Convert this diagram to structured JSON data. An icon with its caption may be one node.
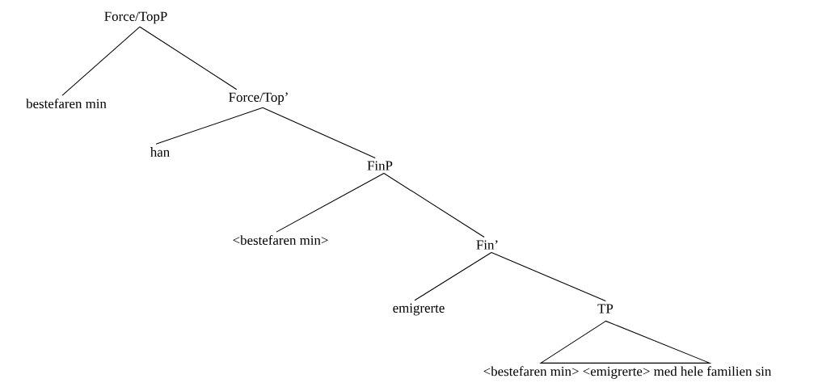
{
  "diagram": {
    "nodes": [
      {
        "text": [
          "Force/TopP"
        ]
      },
      {
        "text": [
          "bestefaren min"
        ]
      },
      {
        "text": [
          "Force/Top’"
        ]
      },
      {
        "text": [
          "han"
        ]
      },
      {
        "text": [
          "FinP"
        ]
      },
      {
        "text": [
          "<bestefaren min>"
        ]
      },
      {
        "text": [
          "Fin’"
        ]
      },
      {
        "text": [
          "emigrerte"
        ]
      },
      {
        "text": [
          "TP"
        ]
      },
      {
        "text": [
          "<bestefaren min> <emigrerte>  med hele familien sin"
        ]
      }
    ],
    "edges": [
      {
        "from": 0,
        "to": 1,
        "arrow": "none"
      },
      {
        "from": 0,
        "to": 2,
        "arrow": "none"
      },
      {
        "from": 2,
        "to": 3,
        "arrow": "none"
      },
      {
        "from": 2,
        "to": 4,
        "arrow": "none"
      },
      {
        "from": 4,
        "to": 5,
        "arrow": "none"
      },
      {
        "from": 4,
        "to": 6,
        "arrow": "none"
      },
      {
        "from": 6,
        "to": 7,
        "arrow": "none"
      },
      {
        "from": 6,
        "to": 8,
        "arrow": "none"
      },
      {
        "from": 8,
        "to": 9,
        "arrow": "none"
      }
    ]
  }
}
